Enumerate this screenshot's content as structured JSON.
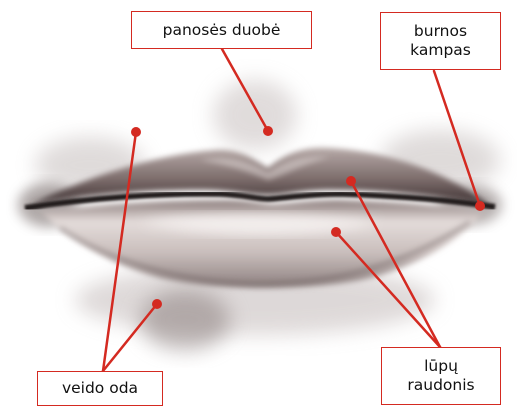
{
  "labels": {
    "philtrum": "panosės duobė",
    "mouth_corner": "burnos kampas",
    "facial_skin": "veido oda",
    "lip_vermilion": "lūpų raudonis"
  },
  "colors": {
    "leader_line": "#d42a21",
    "label_border": "#d42a21",
    "lip_shading": "#5a4a4a"
  }
}
